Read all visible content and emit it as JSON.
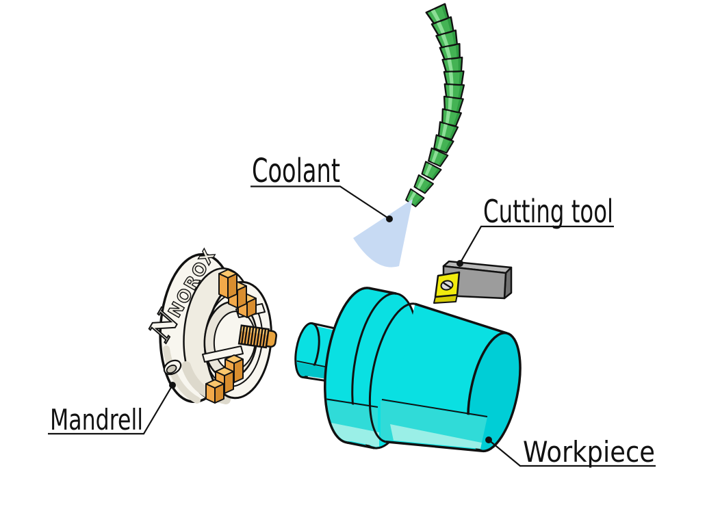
{
  "labels": {
    "coolant": "Coolant",
    "cutting_tool": "Cutting tool",
    "mandrell": "Mandrell",
    "workpiece": "Workpiece"
  },
  "chuck": {
    "brand": "NOROX",
    "logo_letter": "N"
  },
  "colors": {
    "hose_green": "#44B354",
    "hose_green_light": "#8CDE96",
    "hose_green_dark": "#2F9C42",
    "spray_blue": "#C7DAF3",
    "workpiece_cyan": "#0AE0E2",
    "workpiece_cap_cyan": "#00CED6",
    "tool_gray": "#9C9C9C",
    "insert_yellow": "#F1EB0E",
    "jaw_orange": "#F2A94A",
    "jaw_orange_light": "#FBC76D",
    "jaw_orange_dark": "#D98E2F",
    "chuck_body": "#F8F6EF",
    "outline": "#111111"
  }
}
